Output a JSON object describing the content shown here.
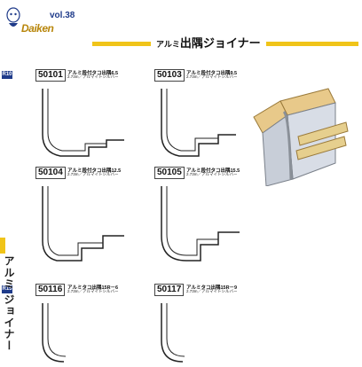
{
  "header": {
    "volume": "vol.38",
    "brand": "Daiken"
  },
  "title": {
    "prefix": "アルミ",
    "main": "出隅ジョイナー"
  },
  "side_band": {
    "prefix": "アルミ",
    "main": "ジョイナー"
  },
  "section_tags": [
    "R10",
    "R15"
  ],
  "products": [
    {
      "code": "50101",
      "name": "アルミ段付タコ出隅6.5",
      "spec": "2.73m／アルマイトシルバー"
    },
    {
      "code": "50103",
      "name": "アルミ段付タコ出隅9.5",
      "spec": "2.73m／アルマイトシルバー"
    },
    {
      "code": "50104",
      "name": "アルミ段付タコ出隅12.5",
      "spec": "2.73m／アルマイトシルバー"
    },
    {
      "code": "50105",
      "name": "アルミ段付タコ出隅15.5",
      "spec": "2.73m／アルマイトシルバー"
    },
    {
      "code": "50116",
      "name": "アルミタコ出隅15R－6",
      "spec": "2.73m／アルマイトシルバー"
    },
    {
      "code": "50117",
      "name": "アルミタコ出隅15R－9",
      "spec": "2.73m／アルマイトシルバー"
    }
  ],
  "colors": {
    "accent": "#f0c419",
    "navy": "#1f3b8a"
  }
}
